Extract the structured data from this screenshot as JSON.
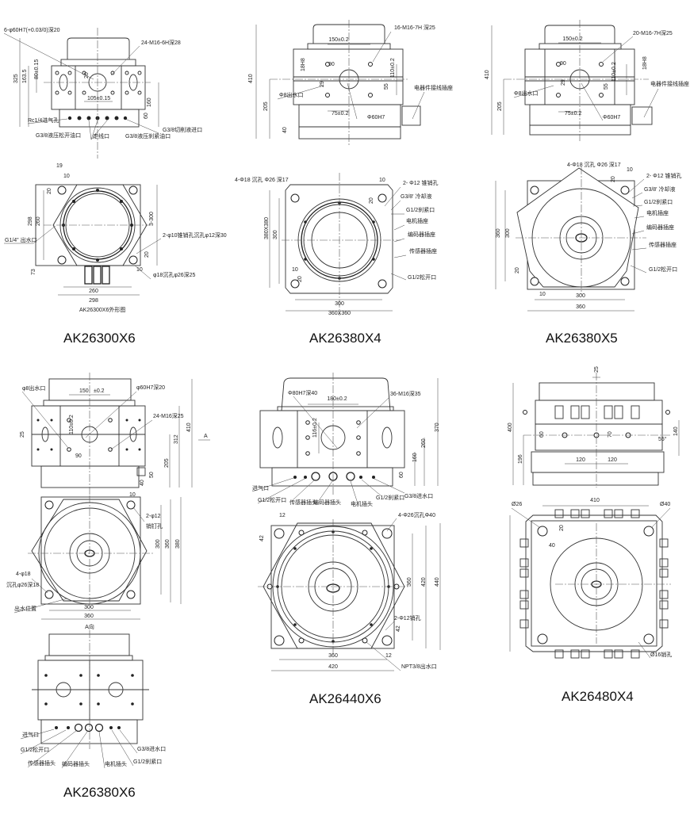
{
  "drawings": [
    {
      "title": "AK26300X6",
      "labels": [
        "6-φ60H7(+0.03/0)深20",
        "24-M16-6H深28",
        "325",
        "163.5",
        "80±0.15",
        "20",
        "105±0.15",
        "160",
        "60",
        "Rc1/4进气孔",
        "G3/8液压松开油口",
        "走线口",
        "G3/8液压刹紧油口",
        "G3/8切削液进口",
        "19",
        "10",
        "20",
        "298",
        "260",
        "3-300",
        "G1/4\" 出水口",
        "2-φ10锥销孔沉孔φ12深30",
        "20",
        "10",
        "φ18沉孔φ26深25",
        "73",
        "260",
        "298",
        "AK26300X6外形图"
      ]
    },
    {
      "title": "AK26380X4",
      "labels": [
        "410",
        "205",
        "40",
        "150±0.2",
        "16-M16-7H  深25",
        "90",
        "18H8",
        "29",
        "Φ8出水口",
        "110±0.2",
        "55",
        "75±0.2",
        "Φ60H7",
        "电器件接线插座",
        "4-Φ18 沉孔 Φ26 深17",
        "10",
        "2- Φ12 锥销孔",
        "G3/8' 冷却液",
        "G1/2刹紧口",
        "电机插座",
        "编码器插座",
        "传感器插座",
        "G1/2松开口",
        "380X380",
        "300",
        "20",
        "10",
        "20",
        "300",
        "360X360"
      ]
    },
    {
      "title": "AK26380X5",
      "labels": [
        "410",
        "205",
        "150±0.2",
        "20-M16-7H深25",
        "90",
        "18H8",
        "29",
        "110±0.2",
        "55",
        "Φ8出水口",
        "75±0.2",
        "Φ60H7",
        "电器件接线插座",
        "4-Φ18 沉孔 Φ26 深17",
        "10",
        "20",
        "2- Φ12 锥销孔",
        "G3/8' 冷却液",
        "G1/2刹紧口",
        "电机插座",
        "编码器插座",
        "传感器插座",
        "G1/2松开口",
        "360",
        "300",
        "20",
        "10",
        "300",
        "360"
      ]
    },
    {
      "title": "AK26380X6",
      "labels": [
        "φ8出水口",
        "150",
        "±0.2",
        "φ60H7深20",
        "24-M16深25",
        "110±0.2",
        "25",
        "90",
        "410",
        "312",
        "205",
        "50",
        "40",
        "A",
        "10",
        "2-φ12",
        "销钉孔",
        "300",
        "360",
        "380",
        "4-φ18",
        "沉孔φ26深18",
        "出水位置",
        "300",
        "360",
        "A向",
        "进气口",
        "G1/2松开口",
        "传感器插头",
        "编码器插头",
        "电机插头",
        "G1/2刹紧口",
        "G3/8进水口"
      ]
    },
    {
      "title": "AK26440X6",
      "labels": [
        "Φ80H7深40",
        "180±0.2",
        "36-M16深35",
        "116±0.2",
        "370",
        "260",
        "160",
        "60",
        "进气口",
        "G1/2松开口",
        "传感器插头",
        "编码器插头",
        "电机插头",
        "G1/2刹紧口",
        "G3/8进水口",
        "12",
        "4-Φ26沉孔Φ40",
        "42",
        "360",
        "420",
        "440",
        "2-Φ12销孔",
        "42",
        "12",
        "NPT3/8出水口",
        "360",
        "420"
      ]
    },
    {
      "title": "AK26480X4",
      "labels": [
        "25",
        "400",
        "196",
        "60",
        "70",
        "55°",
        "140",
        "120",
        "120",
        "410",
        "Ø26",
        "Ø40",
        "20",
        "40",
        "Ø16销孔"
      ]
    }
  ]
}
